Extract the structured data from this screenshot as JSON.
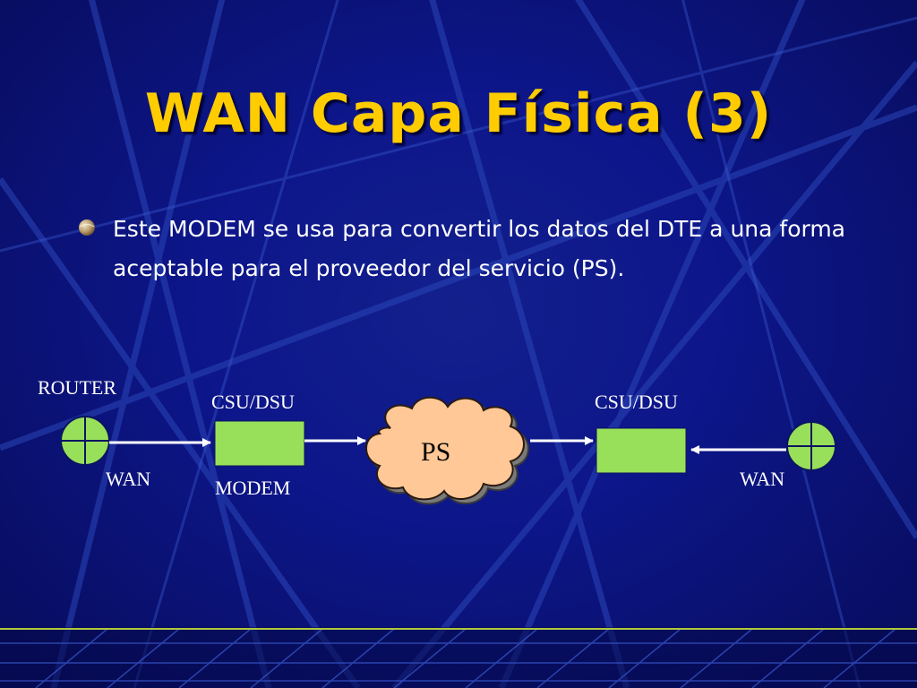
{
  "slide": {
    "title": "WAN Capa Física (3)",
    "bullet": "Este MODEM se usa para convertir los datos del DTE a una forma aceptable para el proveedor del servicio (PS).",
    "bullet_icon": "bullet-sphere-icon"
  },
  "diagram": {
    "router_label": "ROUTER",
    "wan_left_label": "WAN",
    "csu_dsu_left_label": "CSU/DSU",
    "modem_label": "MODEM",
    "cloud_label": "PS",
    "csu_dsu_right_label": "CSU/DSU",
    "wan_right_label": "WAN",
    "router_icon": "router-icon",
    "cloud_icon": "cloud-icon"
  },
  "colors": {
    "background": "#0d168a",
    "title": "#ffcc00",
    "text": "#ffffff",
    "device_fill": "#99e05a",
    "cloud_fill": "#ffc896",
    "footer_line": "#b0c840"
  }
}
